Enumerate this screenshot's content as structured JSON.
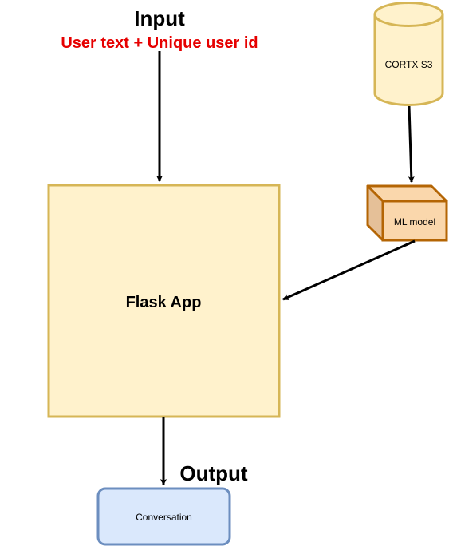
{
  "input": {
    "title": "Input",
    "subtitle": "User text + Unique user id"
  },
  "storage": {
    "label": "CORTX S3"
  },
  "model": {
    "label": "ML model"
  },
  "app": {
    "label": "Flask App"
  },
  "output": {
    "title": "Output",
    "label": "Conversation"
  },
  "colors": {
    "input_subtitle": "#e60000",
    "app_fill": "#fff2cc",
    "app_stroke": "#d6b656",
    "model_front": "#fad7ac",
    "model_side": "#e5c098",
    "model_stroke": "#b46504",
    "output_fill": "#dae8fc",
    "output_stroke": "#6c8ebf",
    "arrow": "#000000"
  }
}
